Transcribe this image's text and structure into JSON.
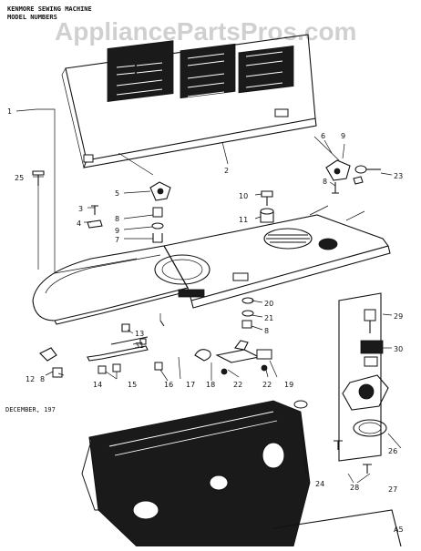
{
  "header": {
    "line1": "KENMORE SEWING MACHINE",
    "line2": "MODEL NUMBERS"
  },
  "watermark": "AppliancePartsPros.com",
  "date_note": "DECEMBER, 197",
  "page_code": "A5",
  "callouts": [
    {
      "id": "c1",
      "label": "1"
    },
    {
      "id": "c2",
      "label": "2"
    },
    {
      "id": "c3",
      "label": "3"
    },
    {
      "id": "c4",
      "label": "4"
    },
    {
      "id": "c5",
      "label": "5"
    },
    {
      "id": "c6",
      "label": "6"
    },
    {
      "id": "c7",
      "label": "7"
    },
    {
      "id": "c8a",
      "label": "8"
    },
    {
      "id": "c8b",
      "label": "8"
    },
    {
      "id": "c8c",
      "label": "8"
    },
    {
      "id": "c8d",
      "label": "8"
    },
    {
      "id": "c9a",
      "label": "9"
    },
    {
      "id": "c9b",
      "label": "9"
    },
    {
      "id": "c10",
      "label": "10"
    },
    {
      "id": "c11",
      "label": "11"
    },
    {
      "id": "c12",
      "label": "12"
    },
    {
      "id": "c13",
      "label": "13"
    },
    {
      "id": "c14",
      "label": "14"
    },
    {
      "id": "c15",
      "label": "15"
    },
    {
      "id": "c16",
      "label": "16"
    },
    {
      "id": "c17",
      "label": "17"
    },
    {
      "id": "c18",
      "label": "18"
    },
    {
      "id": "c19",
      "label": "19"
    },
    {
      "id": "c20",
      "label": "20"
    },
    {
      "id": "c21",
      "label": "21"
    },
    {
      "id": "c22a",
      "label": "22"
    },
    {
      "id": "c22b",
      "label": "22"
    },
    {
      "id": "c23",
      "label": "23"
    },
    {
      "id": "c24",
      "label": "24"
    },
    {
      "id": "c25",
      "label": "25"
    },
    {
      "id": "c26",
      "label": "26"
    },
    {
      "id": "c27",
      "label": "27"
    },
    {
      "id": "c28",
      "label": "28"
    },
    {
      "id": "c29",
      "label": "29"
    },
    {
      "id": "c30",
      "label": "30"
    },
    {
      "id": "c31",
      "label": "31"
    }
  ]
}
